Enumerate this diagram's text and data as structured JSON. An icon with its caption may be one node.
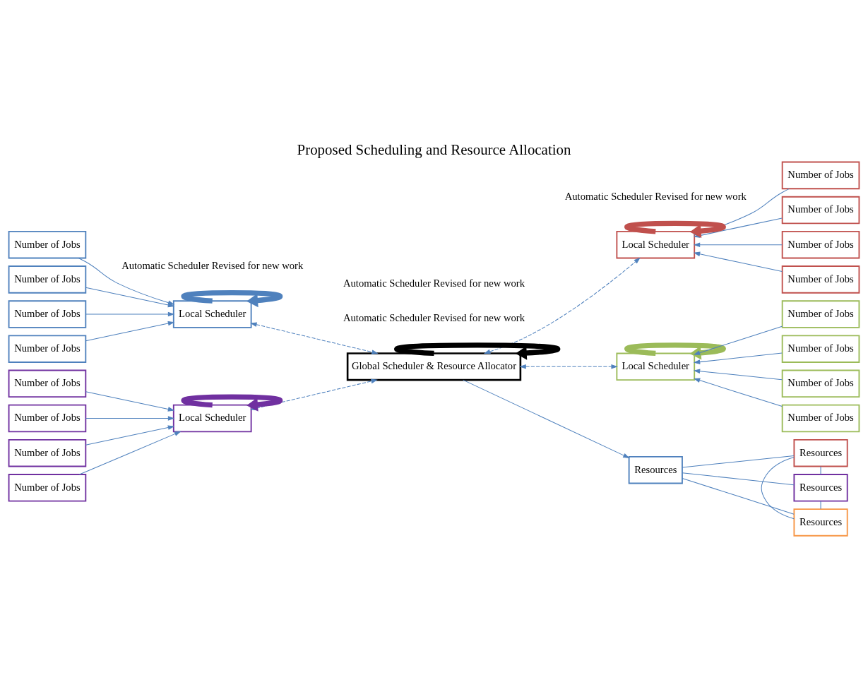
{
  "diagram": {
    "title": "Proposed Scheduling and Resource Allocation",
    "nodes": [
      {
        "text": [
          "Number of Jobs"
        ]
      },
      {
        "text": [
          "Number of Jobs"
        ]
      },
      {
        "text": [
          "Number of Jobs"
        ]
      },
      {
        "text": [
          "Number of Jobs"
        ]
      },
      {
        "text": [
          "Local Scheduler"
        ]
      },
      {
        "text": [
          "Number of Jobs"
        ]
      },
      {
        "text": [
          "Number of Jobs"
        ]
      },
      {
        "text": [
          "Number of Jobs"
        ]
      },
      {
        "text": [
          "Number of Jobs"
        ]
      },
      {
        "text": [
          "Local Scheduler"
        ]
      },
      {
        "text": [
          "Global Scheduler & Resource Allocator"
        ]
      },
      {
        "text": [
          "Local Scheduler"
        ]
      },
      {
        "text": [
          "Number of Jobs"
        ]
      },
      {
        "text": [
          "Number of Jobs"
        ]
      },
      {
        "text": [
          "Number of Jobs"
        ]
      },
      {
        "text": [
          "Number of Jobs"
        ]
      },
      {
        "text": [
          "Local Scheduler"
        ]
      },
      {
        "text": [
          "Number of Jobs"
        ]
      },
      {
        "text": [
          "Number of Jobs"
        ]
      },
      {
        "text": [
          "Number of Jobs"
        ]
      },
      {
        "text": [
          "Number of Jobs"
        ]
      },
      {
        "text": [
          "Resources"
        ]
      },
      {
        "text": [
          "Resources"
        ]
      },
      {
        "text": [
          "Resources"
        ]
      },
      {
        "text": [
          "Resources"
        ]
      }
    ],
    "edges": [
      {
        "from": 0,
        "to": 4,
        "arrow": "to"
      },
      {
        "from": 1,
        "to": 4,
        "arrow": "to"
      },
      {
        "from": 2,
        "to": 4,
        "arrow": "to"
      },
      {
        "from": 3,
        "to": 4,
        "arrow": "to"
      },
      {
        "from": 5,
        "to": 9,
        "arrow": "to"
      },
      {
        "from": 6,
        "to": 9,
        "arrow": "to"
      },
      {
        "from": 7,
        "to": 9,
        "arrow": "to"
      },
      {
        "from": 8,
        "to": 9,
        "arrow": "to"
      },
      {
        "from": 4,
        "to": 4,
        "arrow": "to",
        "style": "thick"
      },
      {
        "from": 9,
        "to": 9,
        "arrow": "to",
        "style": "thick",
        "color": "#c0504d"
      },
      {
        "from": 4,
        "to": 10,
        "arrow": "both",
        "style": "dashed"
      },
      {
        "from": 9,
        "to": 10,
        "arrow": "both",
        "style": "dashed"
      },
      {
        "from": 10,
        "to": 10,
        "arrow": "to",
        "style": "thick",
        "color": "#000000"
      },
      {
        "from": 11,
        "to": 10,
        "arrow": "both",
        "style": "dashed"
      },
      {
        "from": 16,
        "to": 10,
        "arrow": "both",
        "style": "dashed"
      },
      {
        "from": 11,
        "to": 11,
        "arrow": "to",
        "style": "thick",
        "color": "#7030a0"
      },
      {
        "from": 16,
        "to": 16,
        "arrow": "to",
        "style": "thick",
        "color": "#9bbb59"
      },
      {
        "from": 10,
        "to": 21,
        "arrow": "to"
      },
      {
        "from": 12,
        "to": 11,
        "arrow": "to"
      },
      {
        "from": 13,
        "to": 11,
        "arrow": "to"
      },
      {
        "from": 14,
        "to": 11,
        "arrow": "to"
      },
      {
        "from": 15,
        "to": 11,
        "arrow": "to"
      },
      {
        "from": 17,
        "to": 16,
        "arrow": "to"
      },
      {
        "from": 18,
        "to": 16,
        "arrow": "to"
      },
      {
        "from": 19,
        "to": 16,
        "arrow": "to"
      },
      {
        "from": 20,
        "to": 16,
        "arrow": "to"
      },
      {
        "from": 21,
        "to": 22,
        "arrow": "none"
      },
      {
        "from": 21,
        "to": 23,
        "arrow": "none"
      },
      {
        "from": 21,
        "to": 24,
        "arrow": "none"
      },
      {
        "from": 22,
        "to": 23,
        "arrow": "none"
      },
      {
        "from": 22,
        "to": 24,
        "arrow": "none"
      },
      {
        "from": 23,
        "to": 24,
        "arrow": "none"
      }
    ],
    "labels": [
      "Automatic Scheduler Revised for new work",
      "Automatic Scheduler Revised for new work",
      "Automatic Scheduler Revised for new work",
      "Automatic Scheduler Revised for new work"
    ]
  }
}
